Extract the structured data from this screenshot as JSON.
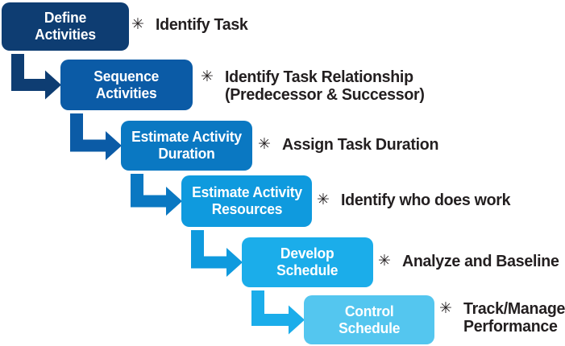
{
  "diagram": {
    "bullet": "✳",
    "background_color": "#ffffff",
    "label_text_color": "#ffffff",
    "note_text_color": "#231f20",
    "steps": [
      {
        "id": "define-activities",
        "label": "Define\nActivities",
        "note": "Identify Task",
        "color": "#0e3d72"
      },
      {
        "id": "sequence-activities",
        "label": "Sequence\nActivities",
        "note": "Identify Task Relationship\n(Predecessor & Successor)",
        "color": "#0b5ba6"
      },
      {
        "id": "estimate-activity-duration",
        "label": "Estimate Activity\nDuration",
        "note": "Assign Task Duration",
        "color": "#0a78c2"
      },
      {
        "id": "estimate-activity-resources",
        "label": "Estimate Activity\nResources",
        "note": "Identify who does work",
        "color": "#0f9ade"
      },
      {
        "id": "develop-schedule",
        "label": "Develop\nSchedule",
        "note": "Analyze and Baseline",
        "color": "#1badea"
      },
      {
        "id": "control-schedule",
        "label": "Control\nSchedule",
        "note": "Track/Manage\nPerformance",
        "color": "#54c6ef"
      }
    ]
  }
}
